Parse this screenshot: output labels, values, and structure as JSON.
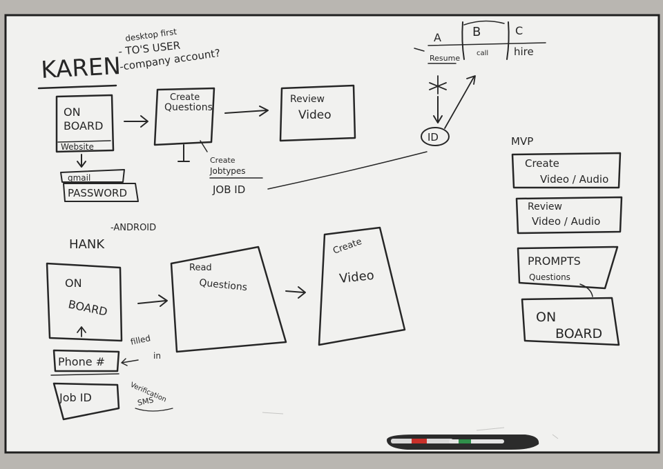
{
  "colors": {
    "board": "#f1f1ef",
    "frame": "#1f1f1f",
    "ink": "#262626",
    "wall": "#b9b6b1",
    "tray": "#2b2b2b",
    "marker_red": "#c8302a",
    "marker_green": "#2f8f4a"
  },
  "karen": {
    "name": "KAREN",
    "notes": [
      "desktop first",
      "- TO'S USER",
      "-company account?"
    ],
    "onboard_lines": [
      "ON",
      "BOARD"
    ],
    "website": "Website",
    "gmail": "gmail",
    "password": "PASSWORD",
    "create_questions": [
      "Create",
      "Questions"
    ],
    "review_video": [
      "Review",
      "Video"
    ],
    "create_jobtypes": [
      "Create",
      "Jobtypes"
    ],
    "job_id": "JOB ID"
  },
  "pipeline": {
    "columns": [
      "A",
      "B",
      "C"
    ],
    "stages": [
      "Resume",
      "call",
      "hire"
    ],
    "id_label": "ID"
  },
  "hank": {
    "name": "HANK",
    "note": "-ANDROID",
    "onboard_lines": [
      "ON",
      "BOARD"
    ],
    "read_questions": [
      "Read",
      "Questions"
    ],
    "create_video": [
      "Create",
      "Video"
    ],
    "phone": "Phone #",
    "job_id": "Job ID",
    "filled_in": [
      "filled",
      "in"
    ],
    "verification": [
      "Verification",
      "SMS"
    ]
  },
  "mvp": {
    "title": "MVP",
    "items": [
      {
        "lines": [
          "Create",
          "Video / Audio"
        ]
      },
      {
        "lines": [
          "Review",
          "Video / Audio"
        ]
      },
      {
        "lines": [
          "PROMPTS",
          "Questions"
        ]
      },
      {
        "lines": [
          "ON",
          "BOARD"
        ]
      }
    ]
  }
}
